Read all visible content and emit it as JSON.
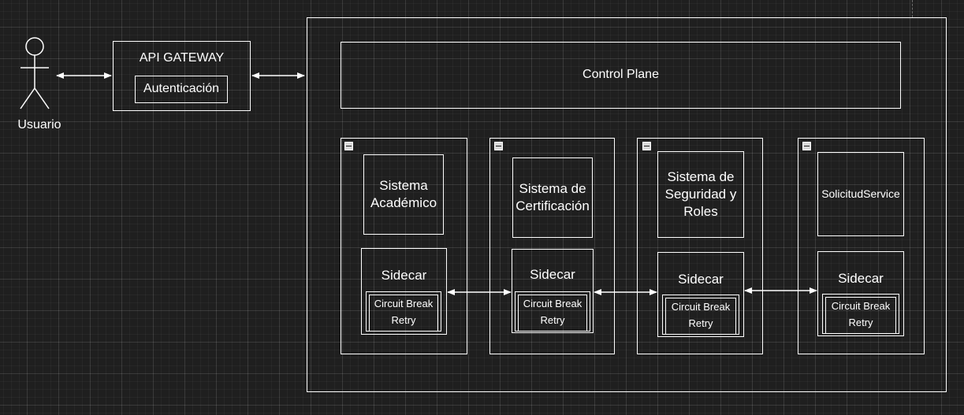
{
  "actor": {
    "label": "Usuario"
  },
  "gateway": {
    "title": "API GATEWAY",
    "auth": "Autenticación"
  },
  "control_plane": {
    "label": "Control Plane"
  },
  "services": [
    {
      "name": "Sistema Académico",
      "sidecar": "Sidecar",
      "policy_line1": "Circuit Break",
      "policy_line2": "Retry"
    },
    {
      "name": "Sistema de Certificación",
      "sidecar": "Sidecar",
      "policy_line1": "Circuit Break",
      "policy_line2": "Retry"
    },
    {
      "name": "Sistema de Seguridad y Roles",
      "sidecar": "Sidecar",
      "policy_line1": "Circuit Break",
      "policy_line2": "Retry"
    },
    {
      "name": "SolicitudService",
      "sidecar": "Sidecar",
      "policy_line1": "Circuit Break",
      "policy_line2": "Retry"
    }
  ]
}
